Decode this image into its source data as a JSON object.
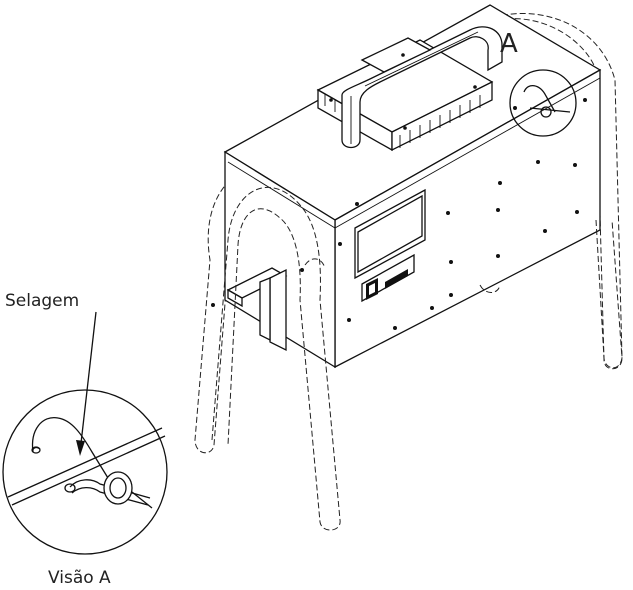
{
  "labels": {
    "view_marker": "A",
    "seal_label": "Selagem",
    "detail_caption": "Visão A"
  },
  "colors": {
    "ink": "#111111",
    "background": "#ffffff"
  },
  "icons": [
    "handle",
    "seal",
    "stand-leg"
  ]
}
